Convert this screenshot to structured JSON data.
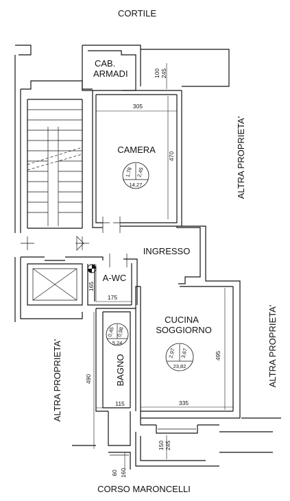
{
  "labels": {
    "top_street": "CORTILE",
    "bottom_street": "CORSO MARONCELLI",
    "neighbor_right_top": "ALTRA PROPRIETA'",
    "neighbor_right_bottom": "ALTRA PROPRIETA'",
    "neighbor_left": "ALTRA PROPRIETA'"
  },
  "rooms": {
    "closet_line1": "CAB.",
    "closet_line2": "ARMADI",
    "bedroom": "CAMERA",
    "hall": "INGRESSO",
    "wc": "A-WC",
    "kitchen_line1": "CUCINA",
    "kitchen_line2": "SOGGIORNO",
    "bath": "BAGNO"
  },
  "dimensions": {
    "top_window_h1": "100",
    "top_window_h2": "245",
    "camera_width": "305",
    "camera_height": "470",
    "wc_height": "165",
    "wc_width": "175",
    "bath_height": "490",
    "bath_width": "115",
    "kitchen_width": "335",
    "kitchen_height": "495",
    "bottom_window_h1": "150",
    "bottom_window_h2": "245",
    "bottom_left_1": "60",
    "bottom_left_2": "160"
  },
  "badges": {
    "camera": {
      "a": "1,78",
      "b": "2,45",
      "area": "14,27"
    },
    "bagno": {
      "a": "0,45",
      "b": "0,98",
      "area": "5,24"
    },
    "cucina": {
      "a": "2,97",
      "b": "3,67",
      "area": "23,82"
    }
  }
}
